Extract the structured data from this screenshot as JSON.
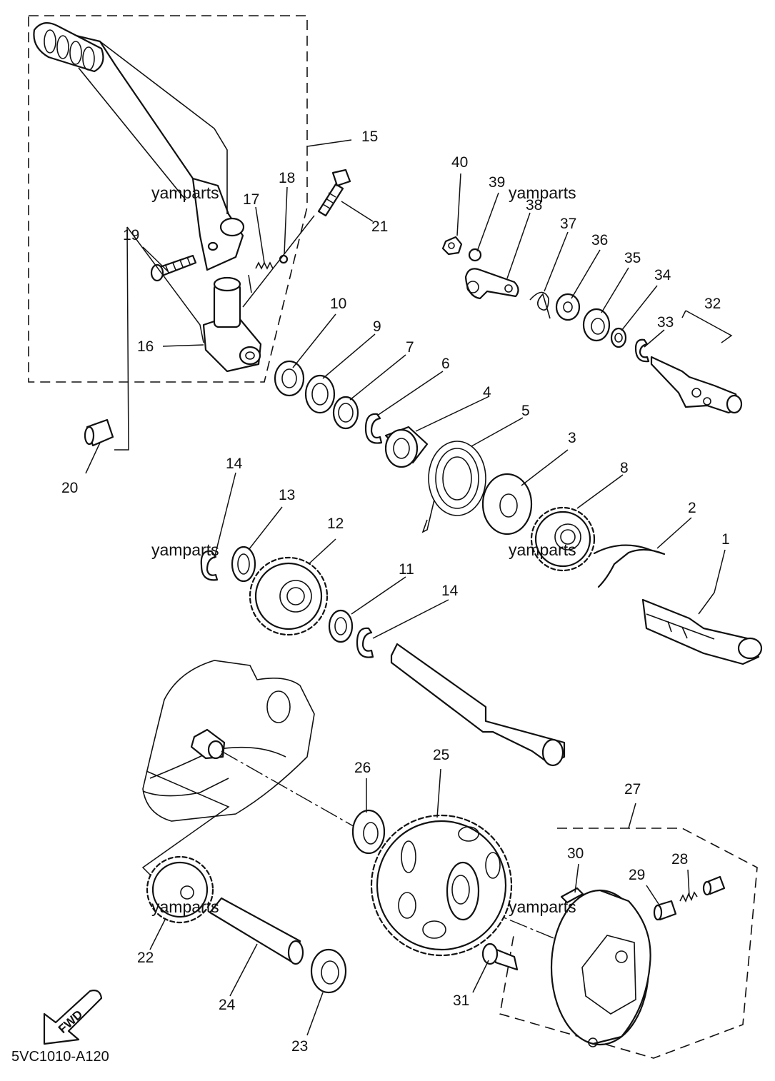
{
  "diagram": {
    "code": "5VC1010-A120",
    "fwd_label": "FWD",
    "watermark": "yamparts",
    "callouts": [
      "1",
      "2",
      "3",
      "4",
      "5",
      "6",
      "7",
      "8",
      "9",
      "10",
      "11",
      "12",
      "13",
      "14",
      "14",
      "15",
      "16",
      "17",
      "18",
      "19",
      "20",
      "21",
      "22",
      "23",
      "24",
      "25",
      "26",
      "27",
      "28",
      "29",
      "30",
      "31",
      "32",
      "33",
      "34",
      "35",
      "36",
      "37",
      "38",
      "39",
      "40"
    ]
  }
}
